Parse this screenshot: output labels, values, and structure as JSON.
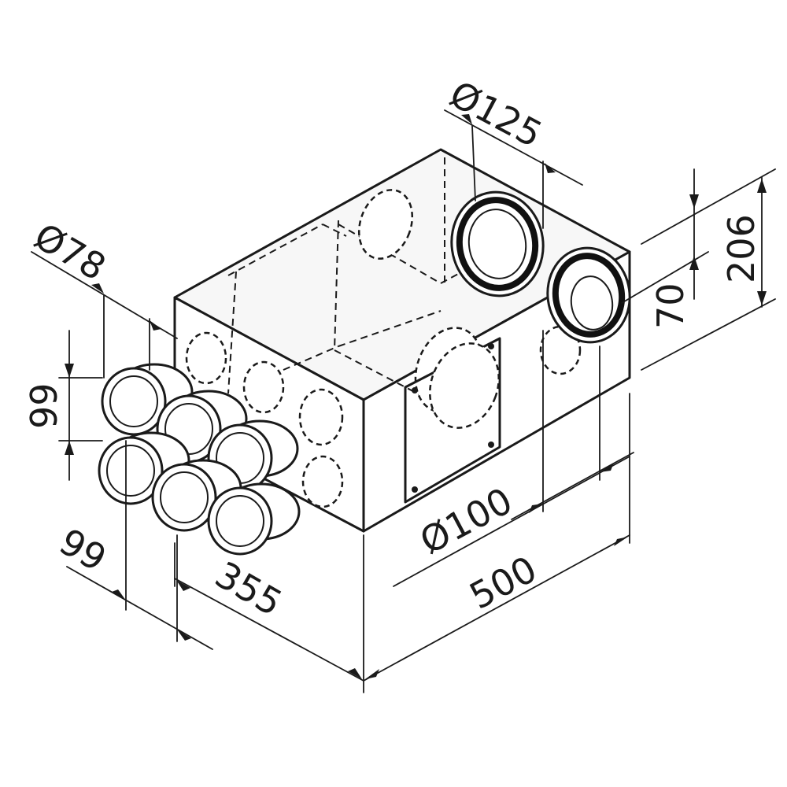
{
  "diagram": {
    "dimensions": {
      "d125": "Ø125",
      "d78": "Ø78",
      "d100": "Ø100",
      "h206": "206",
      "h70": "70",
      "pitch_v": "99",
      "pitch_h": "99",
      "depth355": "355",
      "width500": "500"
    }
  }
}
